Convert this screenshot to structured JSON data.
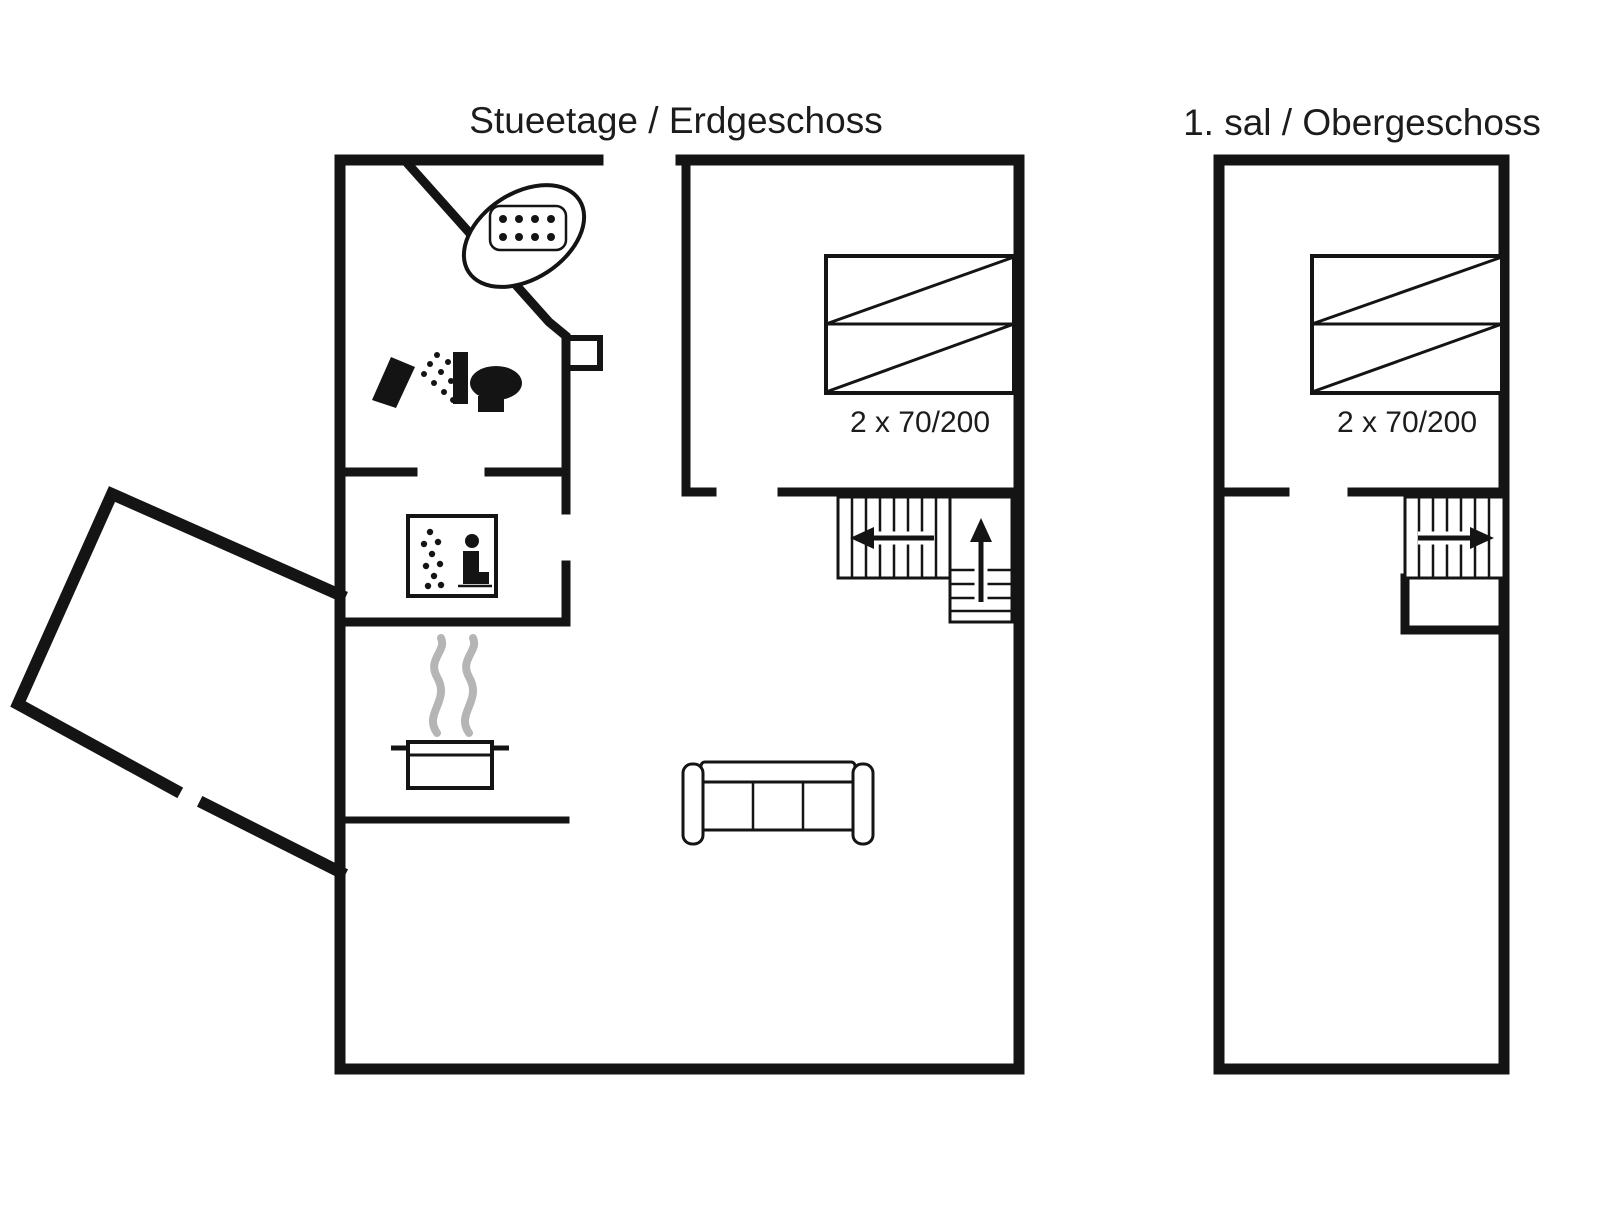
{
  "colors": {
    "background": "#ffffff",
    "wall": "#141414",
    "text": "#1c1c1c",
    "steam": "#b5b5b5"
  },
  "ground_floor": {
    "title": "Stueetage / Erdgeschoss",
    "bed_label": "2 x 70/200",
    "icons": [
      "whirlpool-tub",
      "shower",
      "toilet",
      "sauna",
      "cooking-pot",
      "sofa",
      "bunk-bed",
      "staircase"
    ]
  },
  "upper_floor": {
    "title": "1. sal / Obergeschoss",
    "bed_label": "2 x 70/200",
    "icons": [
      "bunk-bed",
      "staircase"
    ]
  }
}
